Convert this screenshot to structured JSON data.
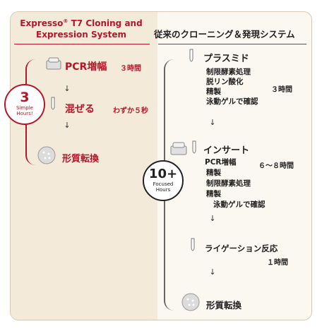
{
  "left_header": {
    "line1": "Expresso",
    "reg": "®",
    "line1b": " T7 Cloning and",
    "line2": "Expression System"
  },
  "right_header": "従来のクローニング＆発現システム",
  "left_steps": {
    "pcr": "PCR増幅",
    "pcr_time": "３時間",
    "mix": "混ぜる",
    "mix_time": "わずか５秒",
    "transform": "形質転換"
  },
  "left_badge": {
    "number": "3",
    "line1": "Simple",
    "line2": "Hours!"
  },
  "right_badge": {
    "number": "10+",
    "line1": "Focused",
    "line2": "Hours"
  },
  "right_steps": {
    "plasmid": "プラスミド",
    "plasmid_substeps": [
      "制限酵素処理",
      "脱リン酸化",
      "精製",
      "泳動ゲルで確認"
    ],
    "plasmid_time": "３時間",
    "insert": "インサート",
    "insert_substeps": [
      "PCR増幅",
      "精製",
      "制限酵素処理",
      "精製",
      "泳動ゲルで確認"
    ],
    "insert_time": "６～８時間",
    "ligation": "ライゲーション反応",
    "ligation_time": "１時間",
    "transform": "形質転換"
  },
  "colors": {
    "accent": "#b5172a",
    "text": "#222222"
  }
}
